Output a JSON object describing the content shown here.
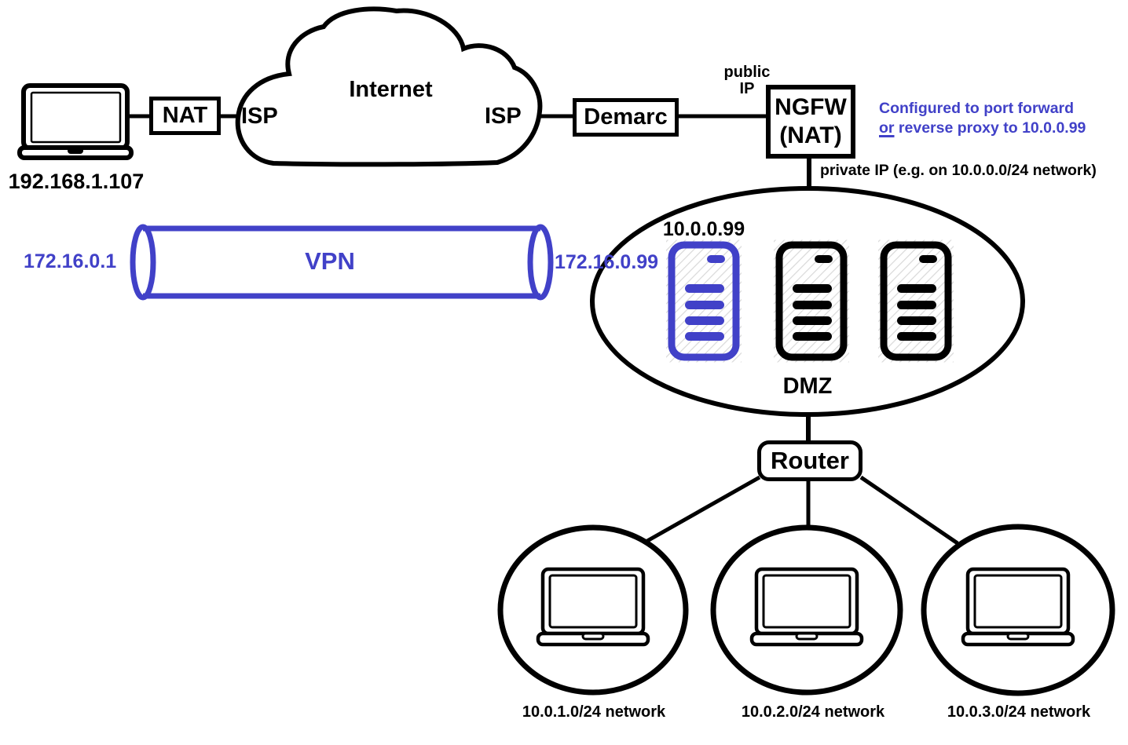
{
  "colors": {
    "accent": "#4141C8",
    "ink": "#000000"
  },
  "client": {
    "ip": "192.168.1.107"
  },
  "nat": {
    "label": "NAT"
  },
  "cloud": {
    "label": "Internet",
    "isp_left": "ISP",
    "isp_right": "ISP"
  },
  "demarc": {
    "label": "Demarc"
  },
  "ngfw": {
    "line1": "NGFW",
    "line2": "(NAT)",
    "public_ip_line1": "public",
    "public_ip_line2": "IP",
    "annotation_line1": "Configured to port forward",
    "annotation_or": "or",
    "annotation_line2_rest": " reverse proxy to 10.0.0.99",
    "private_ip_note": "private IP (e.g. on 10.0.0.0/24 network)"
  },
  "vpn": {
    "label": "VPN",
    "left_ip": "172.16.0.1",
    "right_ip": "172.16.0.99"
  },
  "dmz": {
    "label": "DMZ",
    "blue_server_ip": "10.0.0.99"
  },
  "router": {
    "label": "Router"
  },
  "networks": [
    {
      "label": "10.0.1.0/24 network"
    },
    {
      "label": "10.0.2.0/24 network"
    },
    {
      "label": "10.0.3.0/24 network"
    }
  ]
}
